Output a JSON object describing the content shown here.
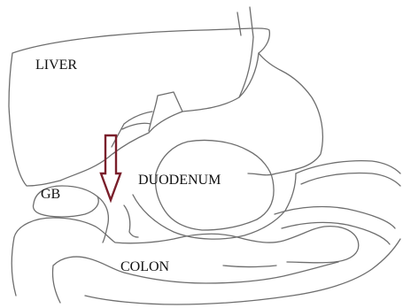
{
  "labels": {
    "liver": "LIVER",
    "gallbladder": "GB",
    "duodenum": "DUODENUM",
    "colon": "COLON"
  },
  "arrow": {
    "color": "#7a1f2b",
    "direction": "down"
  },
  "line_color": "#6e6e6e"
}
